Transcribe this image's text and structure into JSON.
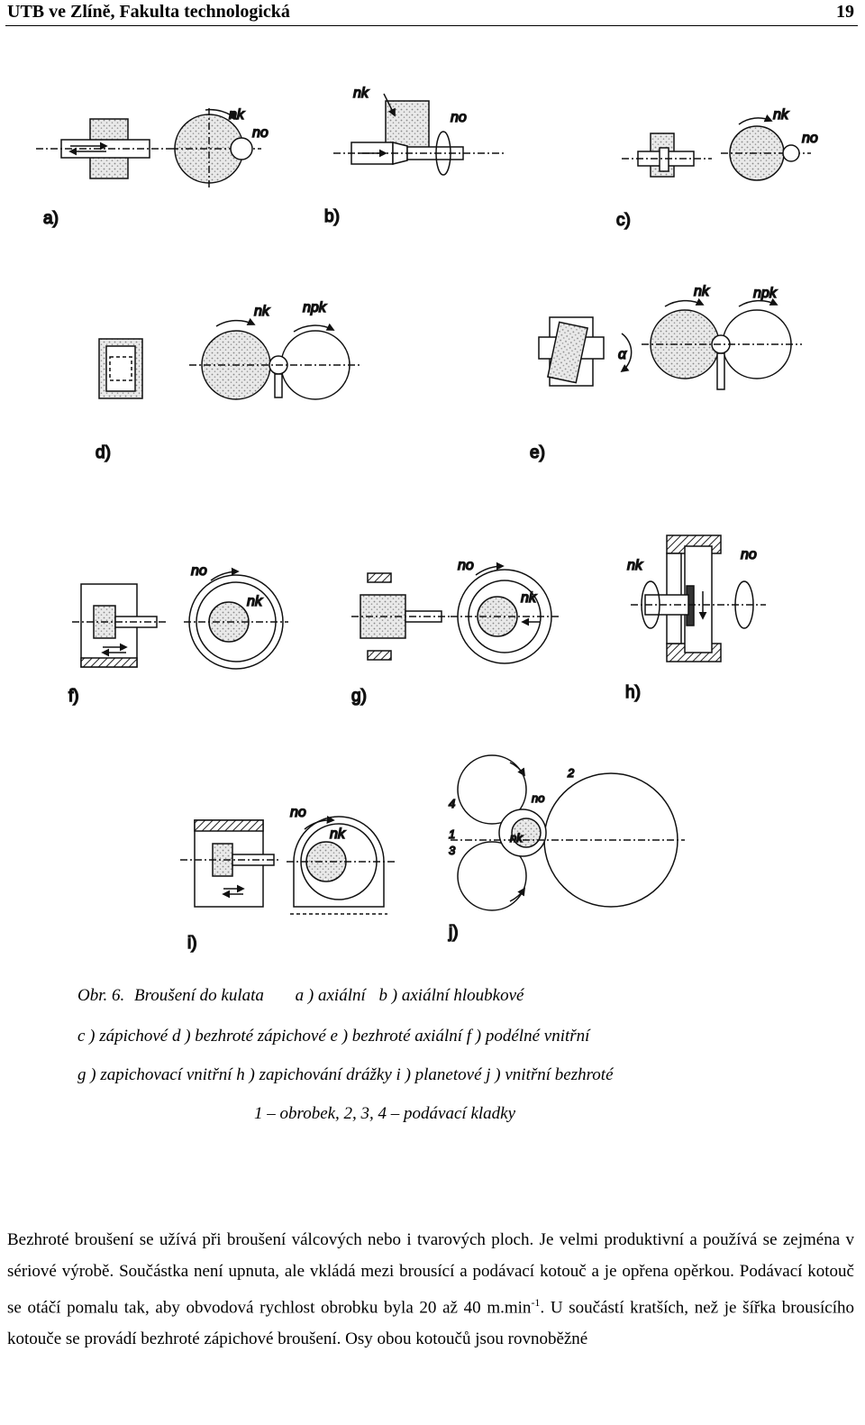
{
  "header": {
    "left": "UTB ve Zlíně, Fakulta technologická",
    "page_number": "19"
  },
  "figure": {
    "labels": [
      "a)",
      "b)",
      "c)",
      "d)",
      "e)",
      "f)",
      "g)",
      "h)",
      "i)",
      "j)"
    ],
    "annotations": {
      "nk": "nk",
      "no": "no",
      "npk": "npk",
      "alpha": "α",
      "one": "1",
      "two": "2",
      "three": "3",
      "four": "4"
    }
  },
  "caption": {
    "line1_prefix": "Obr. 6.",
    "line1_title": "Broušení do kulata",
    "line1_a": "a ) axiální",
    "line1_b": "b ) axiální hloubkové",
    "line2": "c ) zápichové   d ) bezhroté zápichové   e ) bezhroté axiální   f ) podélné vnitřní",
    "line3": "g ) zapichovací vnitřní  h ) zapichování drážky  i ) planetové  j ) vnitřní bezhroté",
    "line4": "1 – obrobek, 2, 3, 4 – podávací kladky"
  },
  "body": {
    "text_before_sup": "Bezhroté broušení se užívá při broušení válcových nebo i tvarových ploch. Je velmi produktivní a používá se zejména v sériové výrobě. Součástka není upnuta, ale vkládá mezi brousící a podávací kotouč a je opřena opěrkou. Podávací kotouč se otáčí pomalu tak, aby obvodová rychlost obrobku byla 20 až 40 m.min",
    "superscript": "-1",
    "text_after_sup": ". U součástí kratších, než je šířka brousícího kotouče se provádí bezhroté zápichové broušení. Osy obou kotoučů jsou rovnoběžné"
  }
}
